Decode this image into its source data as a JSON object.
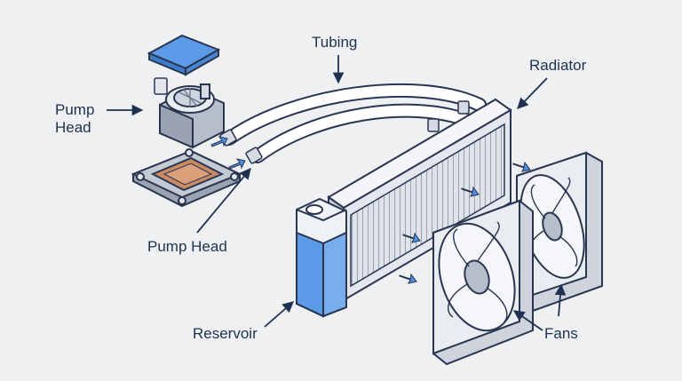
{
  "labels": {
    "tubing": "Tubing",
    "radiator": "Radiator",
    "pump_head_top_line1": "Pump",
    "pump_head_top_line2": "Head",
    "pump_head_bottom": "Pump Head",
    "reservoir": "Reservoir",
    "fans": "Fans"
  },
  "colors": {
    "outline": "#2a3550",
    "label": "#1f3150",
    "arrow": "#1f3150",
    "flow_arrow": "#4d8fe0",
    "accent_blue": "#5b9ae6",
    "copper": "#c98a64",
    "background": "#eef0f2"
  }
}
